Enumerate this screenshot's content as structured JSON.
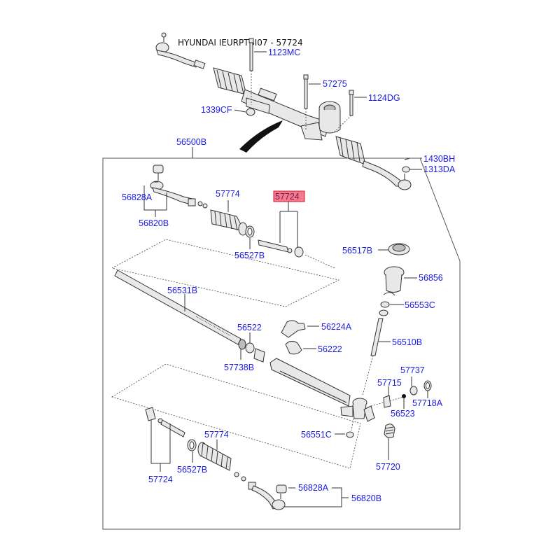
{
  "title": "HYUNDAI IEURPTBI07 - 57724",
  "highlight_color": "#f47b8c",
  "label_color": "#1a1ae6",
  "labels": {
    "l1123MC": "1123MC",
    "l57275": "57275",
    "l1124DG": "1124DG",
    "l1339CF": "1339CF",
    "l56500B": "56500B",
    "l1430BH": "1430BH",
    "l1313DA": "1313DA",
    "l56828A_top": "56828A",
    "l56820B_top": "56820B",
    "l57774_top": "57774",
    "l57724_top": "57724",
    "l56527B_top": "56527B",
    "l56517B": "56517B",
    "l56856": "56856",
    "l56553C": "56553C",
    "l56531B": "56531B",
    "l56522": "56522",
    "l56224A": "56224A",
    "l56222": "56222",
    "l57738B": "57738B",
    "l56510B": "56510B",
    "l57737": "57737",
    "l57715": "57715",
    "l57718A": "57718A",
    "l56523": "56523",
    "l56551C": "56551C",
    "l57720": "57720",
    "l57774_bot": "57774",
    "l56527B_bot": "56527B",
    "l57724_bot": "57724",
    "l56828A_bot": "56828A",
    "l56820B_bot": "56820B"
  }
}
